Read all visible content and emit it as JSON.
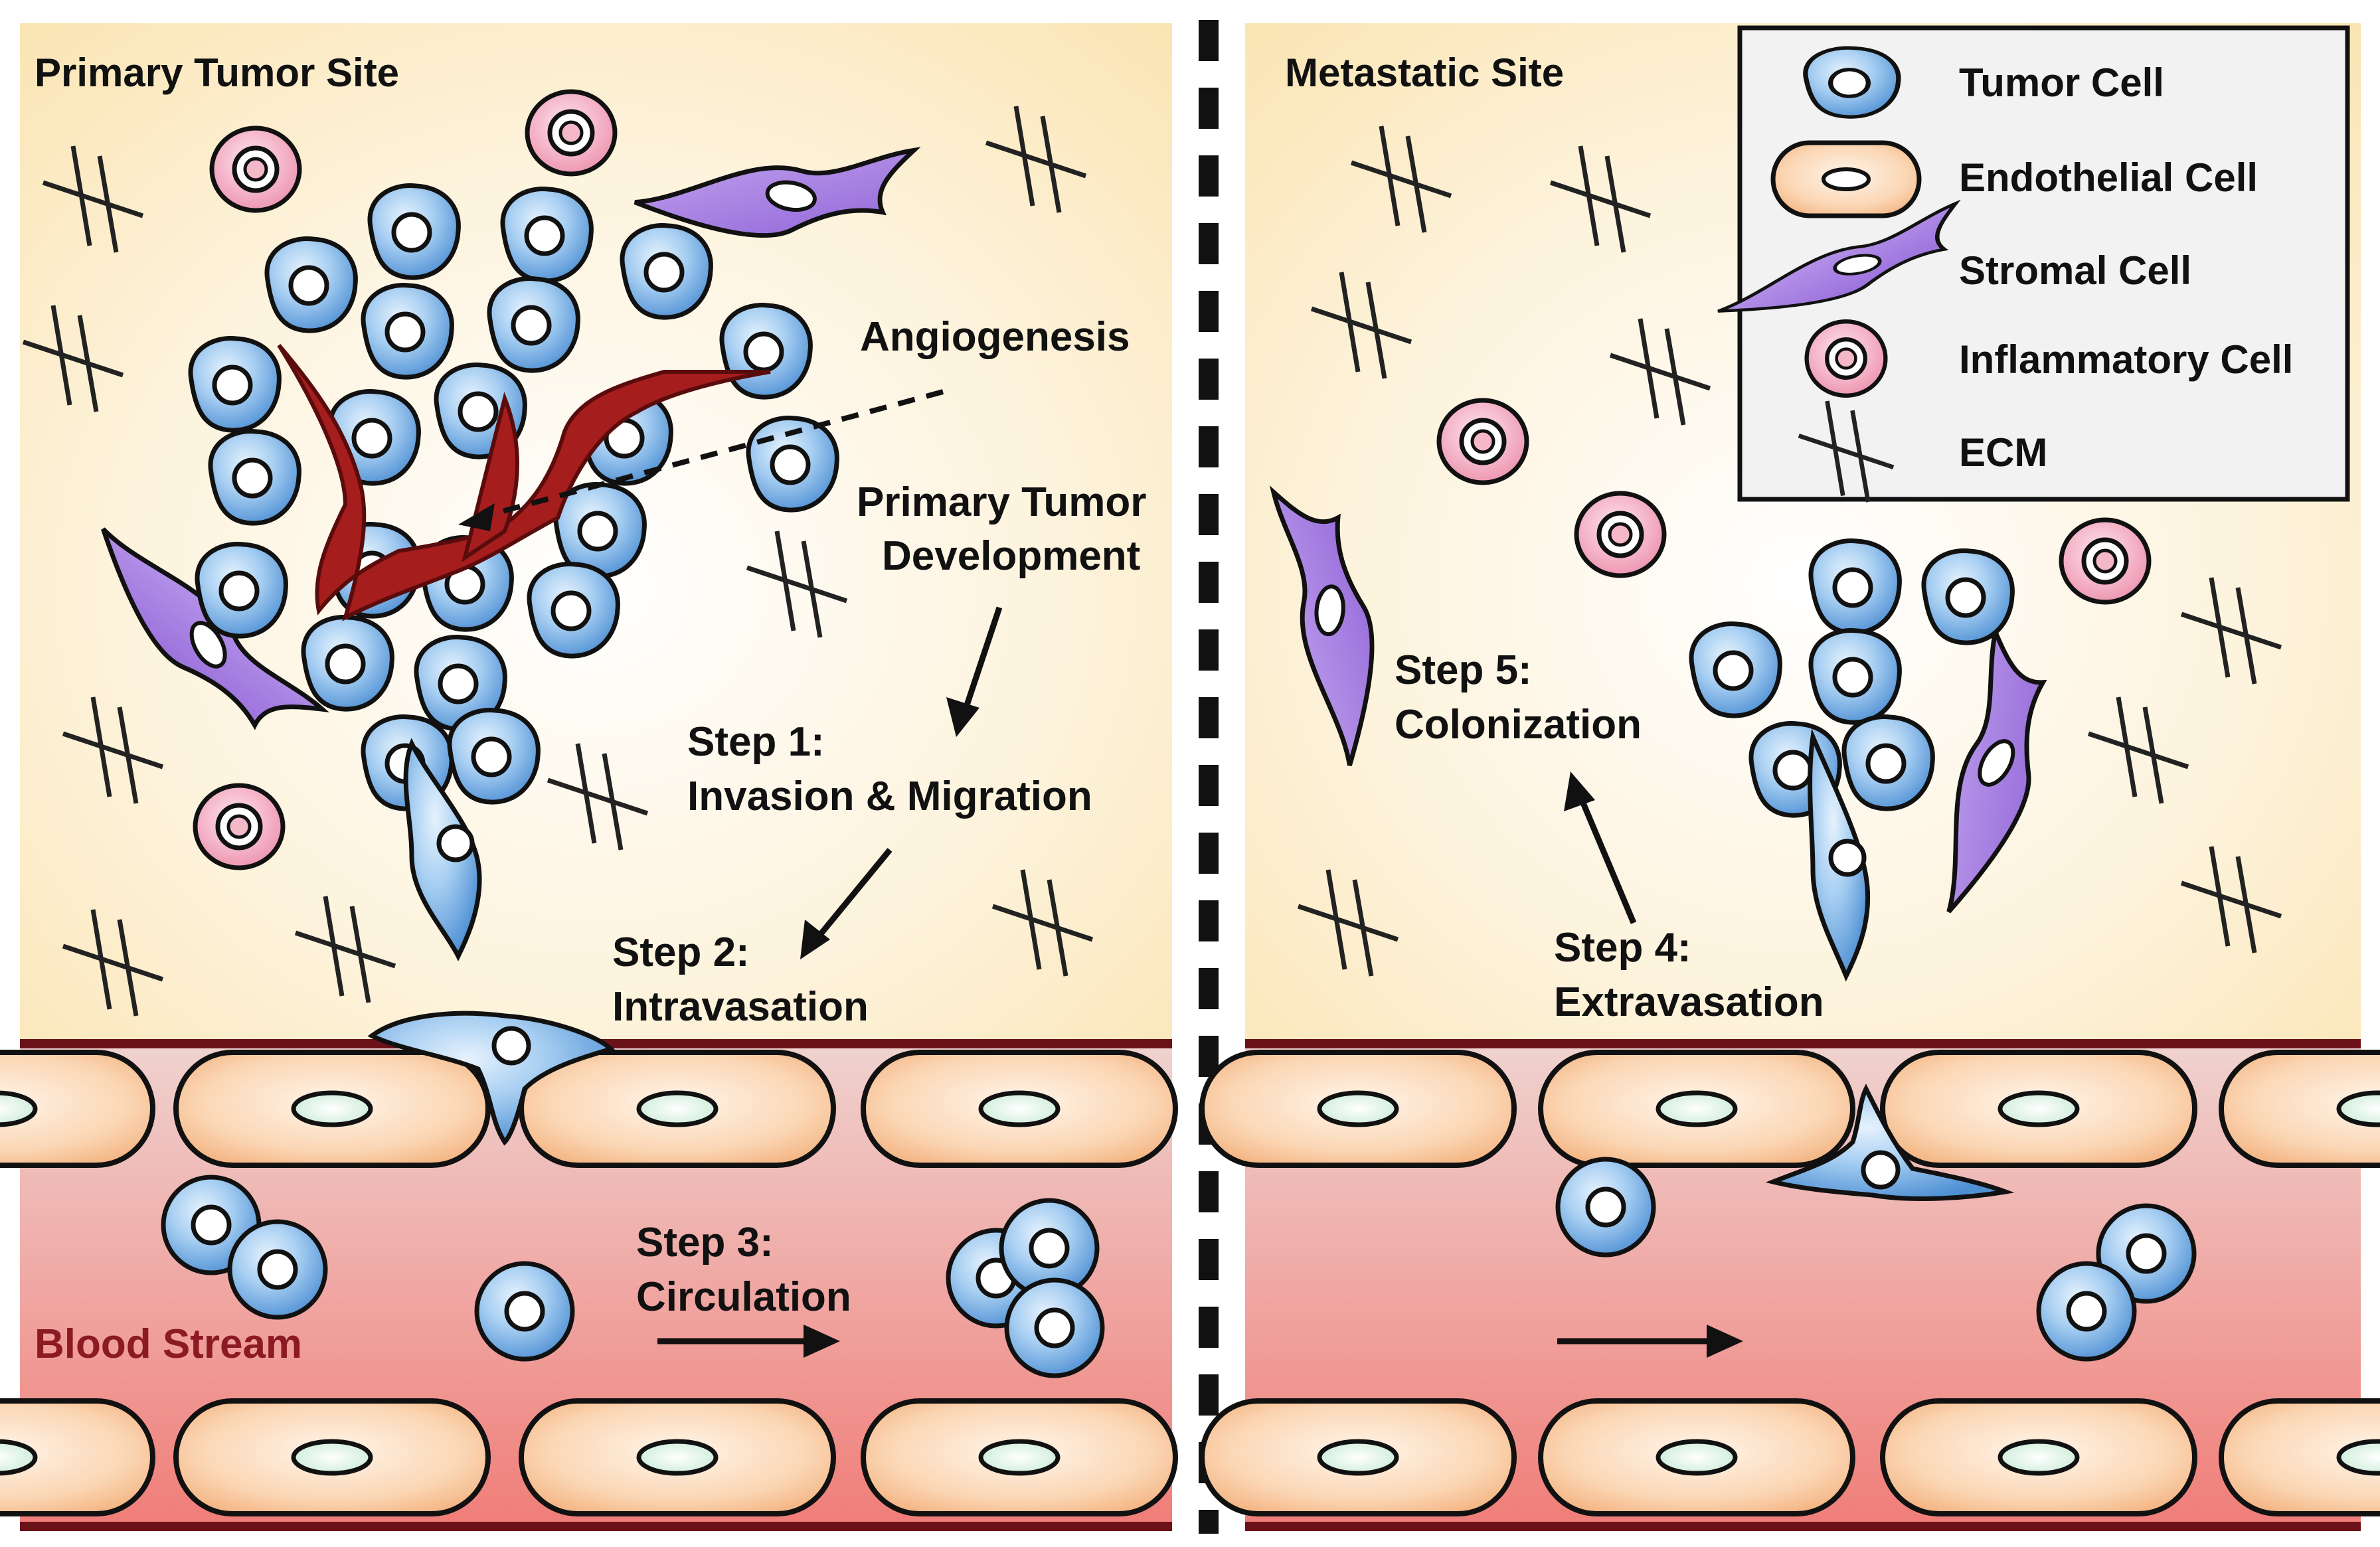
{
  "panels": {
    "left_title": "Primary Tumor Site",
    "right_title": "Metastatic Site"
  },
  "labels": {
    "angiogenesis": "Angiogenesis",
    "primary_dev_1": "Primary Tumor",
    "primary_dev_2": "Development",
    "step1_a": "Step 1:",
    "step1_b": "Invasion & Migration",
    "step2_a": "Step 2:",
    "step2_b": "Intravasation",
    "step3_a": "Step 3:",
    "step3_b": "Circulation",
    "step4_a": "Step 4:",
    "step4_b": "Extravasation",
    "step5_a": "Step 5:",
    "step5_b": "Colonization",
    "blood_stream": "Blood Stream"
  },
  "legend": {
    "items": [
      {
        "label": "Tumor Cell",
        "icon": "tumor-cell-icon"
      },
      {
        "label": "Endothelial Cell",
        "icon": "endothelial-cell-icon"
      },
      {
        "label": "Stromal Cell",
        "icon": "stromal-cell-icon"
      },
      {
        "label": "Inflammatory Cell",
        "icon": "inflammatory-cell-icon"
      },
      {
        "label": "ECM",
        "icon": "ecm-icon"
      }
    ]
  },
  "colors": {
    "tissue_bg": "#fbe8bd",
    "tumor_fill": "#9cc7ef",
    "endothelial_fill": "#f7c9a0",
    "stromal_fill": "#a77de0",
    "inflammatory_fill": "#f0a0b8",
    "vessel_red": "#a51d1d",
    "blood_text": "#8b1a24"
  }
}
